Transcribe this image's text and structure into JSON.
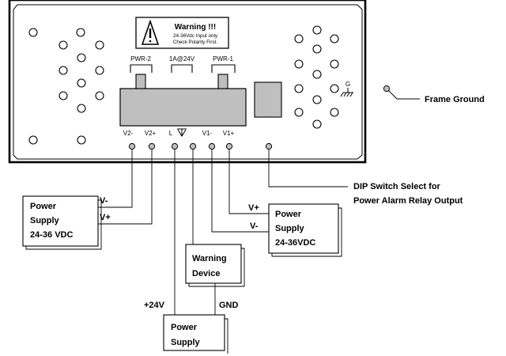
{
  "warning": {
    "title": "Warning !!!",
    "line1": "24-36Vdc Input only",
    "line2": "Check Polarity First.",
    "icon": "warning-triangle-icon"
  },
  "terminal": {
    "pwr2_label": "PWR-2",
    "relay_label": "1A@24V",
    "pwr1_label": "PWR-1",
    "pins": {
      "v2minus": "V2-",
      "v2plus": "V2+",
      "relay_l": "L",
      "v1minus": "V1-",
      "v1plus": "V1+"
    },
    "ground_mark": "G"
  },
  "callouts": {
    "frame_ground": "Frame Ground",
    "dip_line1": "DIP  Switch Select for",
    "dip_line2": "Power Alarm Relay Output"
  },
  "supply_left": {
    "line1": "Power",
    "line2": "Supply",
    "line3": "24-36 VDC",
    "v_minus": "V-",
    "v_plus": "V+"
  },
  "supply_right": {
    "line1": "Power",
    "line2": "Supply",
    "line3": "24-36VDC",
    "v_plus": "V+",
    "v_minus": "V-"
  },
  "warning_device": {
    "line1": "Warning",
    "line2": "Device"
  },
  "supply_bottom": {
    "line1": "Power",
    "line2": "Supply",
    "plus_label": "+24V",
    "gnd_label": "GND"
  }
}
